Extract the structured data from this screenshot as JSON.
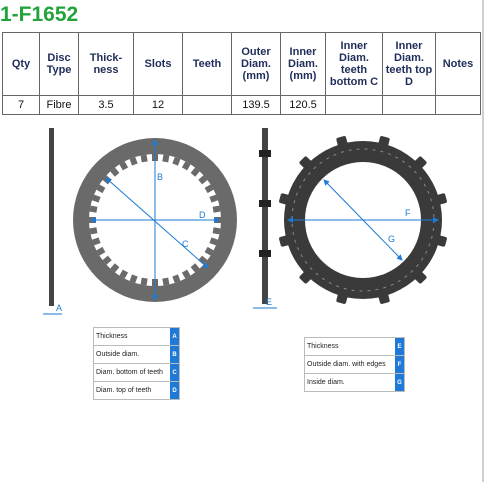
{
  "title": "1-F1652",
  "table": {
    "headers": [
      "Qty",
      "Disc Type",
      "Thick-ness",
      "Slots",
      "Teeth",
      "Outer Diam. (mm)",
      "Inner Diam. (mm)",
      "Inner Diam. teeth bottom C",
      "Inner Diam. teeth top D",
      "Notes"
    ],
    "row": [
      "7",
      "Fibre",
      "3.5",
      "12",
      "",
      "139.5",
      "120.5",
      "",
      "",
      ""
    ]
  },
  "labels": {
    "A": "A",
    "B": "B",
    "C": "C",
    "D": "D",
    "E": "E",
    "F": "F",
    "G": "G"
  },
  "legend_left": [
    {
      "text": "Thickness",
      "key": "A"
    },
    {
      "text": "Outside diam.",
      "key": "B"
    },
    {
      "text": "Diam. bottom of teeth",
      "key": "C"
    },
    {
      "text": "Diam. top of teeth",
      "key": "D"
    }
  ],
  "legend_right": [
    {
      "text": "Thickness",
      "key": "E"
    },
    {
      "text": "Outside diam. with edges",
      "key": "F"
    },
    {
      "text": "Inside diam.",
      "key": "G"
    }
  ],
  "colors": {
    "title": "#23a33b",
    "accent": "#1e7ad6",
    "disc": "#6a6a6a"
  }
}
